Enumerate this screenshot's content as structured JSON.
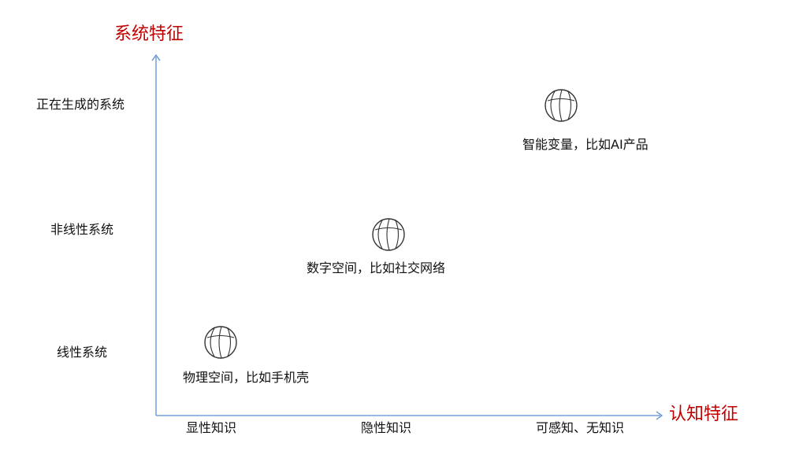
{
  "axis": {
    "y_title": "系统特征",
    "x_title": "认知特征",
    "title_color": "#C00000",
    "axis_color": "#5B8FD6"
  },
  "y_levels": [
    "正在生成的系统",
    "非线性系统",
    "线性系统"
  ],
  "x_levels": [
    "显性知识",
    "隐性知识",
    "可感知、无知识"
  ],
  "items": [
    {
      "label": "物理空间，比如手机壳",
      "icon": "globe-icon"
    },
    {
      "label": "数字空间，比如社交网络",
      "icon": "globe-icon"
    },
    {
      "label": "智能变量，比如AI产品",
      "icon": "globe-icon"
    }
  ]
}
